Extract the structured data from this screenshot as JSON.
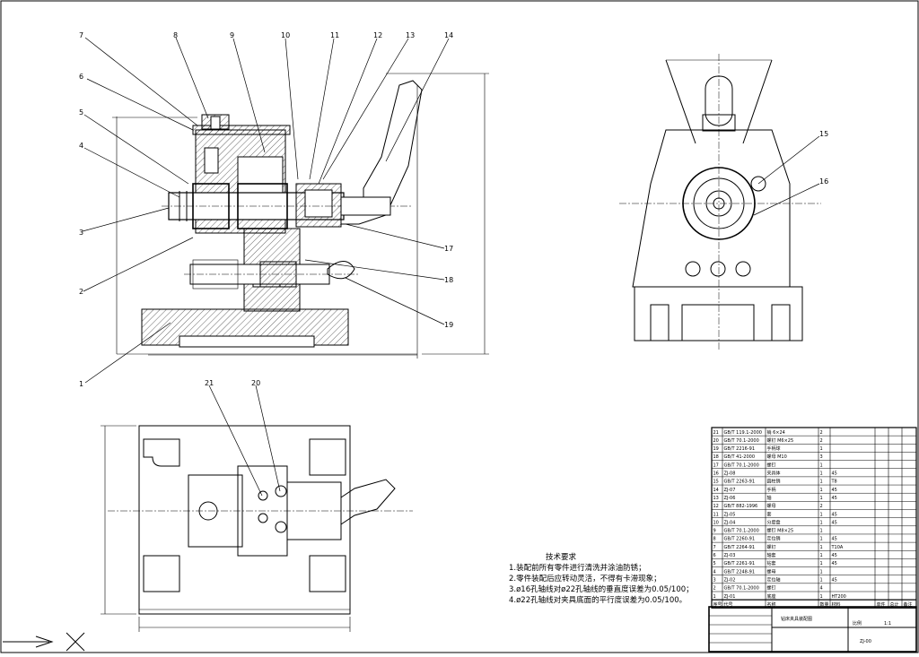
{
  "balloons": [
    "1",
    "2",
    "3",
    "4",
    "5",
    "6",
    "7",
    "8",
    "9",
    "10",
    "11",
    "12",
    "13",
    "14",
    "15",
    "16",
    "17",
    "18",
    "19",
    "20",
    "21"
  ],
  "notes": {
    "title": "技术要求",
    "items": [
      "1.装配前所有零件进行清洗并涂油防锈；",
      "2.零件装配后应转动灵活，不得有卡滞现象；",
      "3.ø16孔轴线对ø22孔轴线的垂直度误差为0.05/100；",
      "4.ø22孔轴线对夹具底面的平行度误差为0.05/100。"
    ]
  },
  "bom": {
    "header": [
      "序号",
      "代号",
      "名称",
      "数量",
      "材料",
      "单件",
      "总计",
      "备注"
    ],
    "rows": [
      [
        "21",
        "GB/T 119.1-2000",
        "销 6×24",
        "2",
        "",
        "",
        "",
        ""
      ],
      [
        "20",
        "GB/T 70.1-2000",
        "螺钉 M6×25",
        "2",
        "",
        "",
        "",
        ""
      ],
      [
        "19",
        "GB/T 2216-91",
        "手柄球",
        "1",
        "",
        "",
        "",
        ""
      ],
      [
        "18",
        "GB/T 41-2000",
        "螺母 M10",
        "3",
        "",
        "",
        "",
        ""
      ],
      [
        "17",
        "GB/T 70.1-2000",
        "螺钉",
        "1",
        "",
        "",
        "",
        ""
      ],
      [
        "16",
        "ZJ-08",
        "夹具体",
        "1",
        "45",
        "",
        "",
        ""
      ],
      [
        "15",
        "GB/T 2263-91",
        "圆柱销",
        "1",
        "T8",
        "",
        "",
        ""
      ],
      [
        "14",
        "ZJ-07",
        "手柄",
        "1",
        "45",
        "",
        "",
        ""
      ],
      [
        "13",
        "ZJ-06",
        "轴",
        "1",
        "45",
        "",
        "",
        ""
      ],
      [
        "12",
        "GB/T 882-1996",
        "螺母",
        "2",
        "",
        "",
        "",
        ""
      ],
      [
        "11",
        "ZJ-05",
        "套",
        "1",
        "45",
        "",
        "",
        ""
      ],
      [
        "10",
        "ZJ-04",
        "分度盘",
        "1",
        "45",
        "",
        "",
        ""
      ],
      [
        "9",
        "GB/T 70.1-2000",
        "螺钉 M8×25",
        "1",
        "",
        "",
        "",
        ""
      ],
      [
        "8",
        "GB/T 2260-91",
        "定位销",
        "1",
        "45",
        "",
        "",
        ""
      ],
      [
        "7",
        "GB/T 2264-91",
        "螺钉",
        "1",
        "T10A",
        "",
        "",
        ""
      ],
      [
        "6",
        "ZJ-03",
        "轴套",
        "1",
        "45",
        "",
        "",
        ""
      ],
      [
        "5",
        "GB/T 2261-91",
        "钻套",
        "1",
        "45",
        "",
        "",
        ""
      ],
      [
        "4",
        "GB/T 2248-91",
        "螺母",
        "1",
        "",
        "",
        "",
        ""
      ],
      [
        "3",
        "ZJ-02",
        "定位轴",
        "1",
        "45",
        "",
        "",
        ""
      ],
      [
        "2",
        "GB/T 70.1-2000",
        "螺钉",
        "4",
        "",
        "",
        "",
        ""
      ],
      [
        "1",
        "ZJ-01",
        "底座",
        "1",
        "HT200",
        "",
        "",
        ""
      ]
    ]
  },
  "title_block": {
    "name": "钻床夹具装配图",
    "material": "",
    "scale_label": "比例",
    "scale": "1:1",
    "code": "ZJ-00"
  }
}
